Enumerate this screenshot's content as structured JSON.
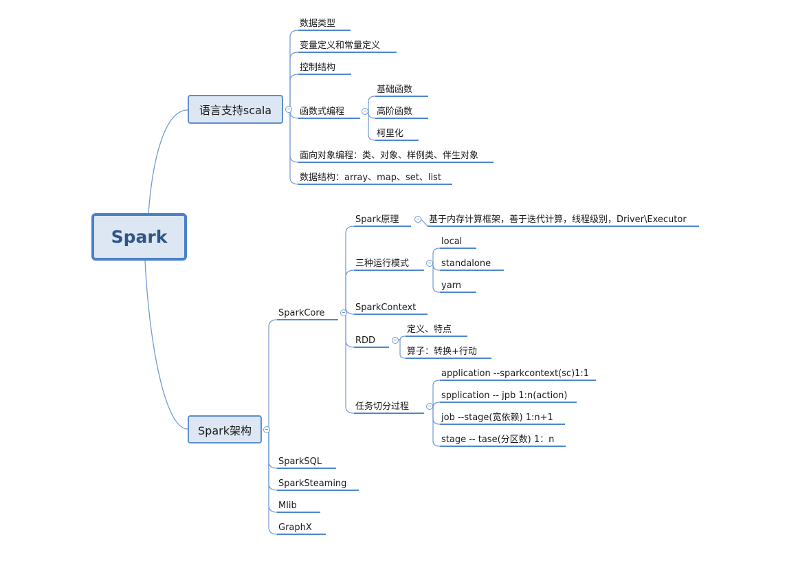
{
  "root": {
    "label": "Spark"
  },
  "branch_scala": {
    "label": "语言支持scala",
    "children": {
      "data_types": "数据类型",
      "var_const": "变量定义和常量定义",
      "control": "控制结构",
      "functional": {
        "label": "函数式编程",
        "children": {
          "basic": "基础函数",
          "higher_order": "高阶函数",
          "currying": "柯里化"
        }
      },
      "oop": "面向对象编程：类、对象、样例类、伴生对象",
      "data_structures": "数据结构：array、map、set、list"
    }
  },
  "branch_arch": {
    "label": "Spark架构",
    "children": {
      "core": {
        "label": "SparkCore",
        "children": {
          "principle": {
            "label": "Spark原理",
            "detail": "基于内存计算框架，善于迭代计算，线程级别，Driver\\Executor"
          },
          "modes": {
            "label": "三种运行模式",
            "children": {
              "local": "local",
              "standalone": "standalone",
              "yarn": "yarn"
            }
          },
          "context": "SparkContext",
          "rdd": {
            "label": "RDD",
            "children": {
              "def": "定义、特点",
              "ops": "算子：转换+行动"
            }
          },
          "tasks": {
            "label": "任务切分过程",
            "children": {
              "t1": "application --sparkcontext(sc)1:1",
              "t2": "spplication -- jpb 1:n(action)",
              "t3": "job --stage(宽依赖) 1:n+1",
              "t4": "stage -- tase(分区数) 1：n"
            }
          }
        }
      },
      "sql": "SparkSQL",
      "streaming": "SparkSteaming",
      "mllib": "Mlib",
      "graphx": "GraphX"
    }
  }
}
